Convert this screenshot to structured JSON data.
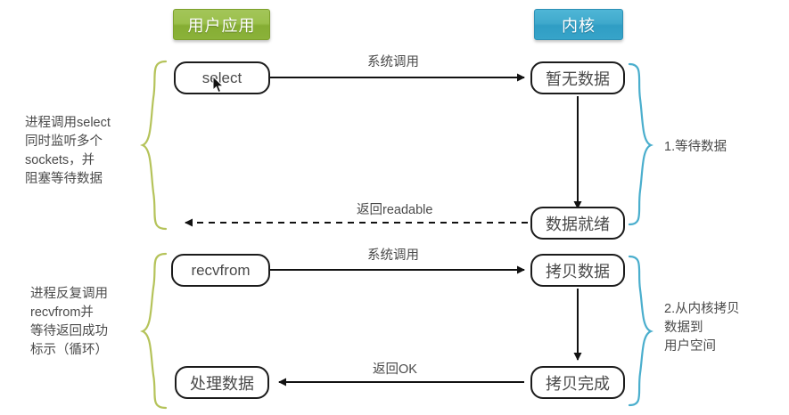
{
  "headers": {
    "user": {
      "label": "用户应用",
      "color": "#9bc04c"
    },
    "kernel": {
      "label": "内核",
      "color": "#3fa9cc"
    }
  },
  "nodes": {
    "select": "select",
    "no_data": "暂无数据",
    "data_ready": "数据就绪",
    "recvfrom": "recvfrom",
    "copy_data": "拷贝数据",
    "process_data": "处理数据",
    "copy_done": "拷贝完成"
  },
  "edges": {
    "syscall_top": "系统调用",
    "return_readable": "返回readable",
    "syscall_bottom": "系统调用",
    "return_ok": "返回OK"
  },
  "side_notes": {
    "upper": "进程调用select\n同时监听多个\nsockets，并\n阻塞等待数据",
    "lower": "进程反复调用\nrecvfrom并\n等待返回成功\n标示（循环）"
  },
  "annotations": {
    "step1": "1.等待数据",
    "step2": "2.从内核拷贝\n  数据到\n  用户空间"
  },
  "braces": {
    "left_color": "#b5c35a",
    "right_color": "#4aaecd"
  },
  "icons": {
    "cursor": "mouse-cursor"
  }
}
